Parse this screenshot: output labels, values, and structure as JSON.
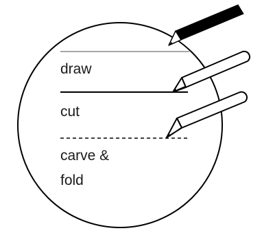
{
  "legend": {
    "draw": "draw",
    "cut": "cut",
    "carve_line1": "carve &",
    "carve_line2": "fold"
  },
  "colors": {
    "outline": "#000000",
    "draw_line": "#8a8a8a",
    "pencil_fill": "#000000",
    "pen_fill": "#ffffff"
  },
  "icons": [
    "pencil-icon",
    "cutting-pen-icon",
    "scoring-pen-icon"
  ]
}
